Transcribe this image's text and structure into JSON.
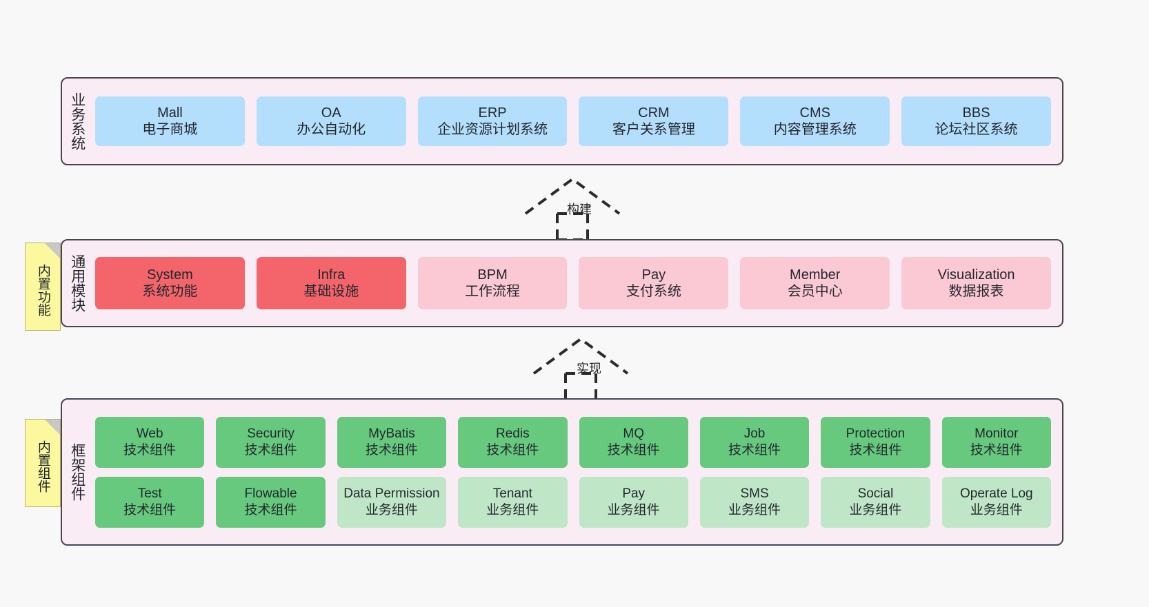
{
  "diagram": {
    "background_color": "#f8f8f8",
    "layer_bg_color": "#f9ecf5",
    "layer_border_color": "#4a4452",
    "note_color": "#fbf8a0"
  },
  "layers": [
    {
      "id": "business",
      "title": "业务系统",
      "rows": [
        {
          "cards": [
            {
              "t1": "Mall",
              "t2": "电子商城",
              "color": "#b3dffc"
            },
            {
              "t1": "OA",
              "t2": "办公自动化",
              "color": "#b3dffc"
            },
            {
              "t1": "ERP",
              "t2": "企业资源计划系统",
              "color": "#b3dffc"
            },
            {
              "t1": "CRM",
              "t2": "客户关系管理",
              "color": "#b3dffc"
            },
            {
              "t1": "CMS",
              "t2": "内容管理系统",
              "color": "#b3dffc"
            },
            {
              "t1": "BBS",
              "t2": "论坛社区系统",
              "color": "#b3dffc"
            }
          ]
        }
      ]
    },
    {
      "id": "common",
      "title": "通用模块",
      "note": "内置功能",
      "rows": [
        {
          "cards": [
            {
              "t1": "System",
              "t2": "系统功能",
              "color": "#f3656a"
            },
            {
              "t1": "Infra",
              "t2": "基础设施",
              "color": "#f3656a"
            },
            {
              "t1": "BPM",
              "t2": "工作流程",
              "color": "#fbc9d4"
            },
            {
              "t1": "Pay",
              "t2": "支付系统",
              "color": "#fbc9d4"
            },
            {
              "t1": "Member",
              "t2": "会员中心",
              "color": "#fbc9d4"
            },
            {
              "t1": "Visualization",
              "t2": "数据报表",
              "color": "#fbc9d4"
            }
          ]
        }
      ]
    },
    {
      "id": "framework",
      "title": "框架组件",
      "note": "内置组件",
      "rows": [
        {
          "cards": [
            {
              "t1": "Web",
              "t2": "技术组件",
              "color": "#66c97e"
            },
            {
              "t1": "Security",
              "t2": "技术组件",
              "color": "#66c97e"
            },
            {
              "t1": "MyBatis",
              "t2": "技术组件",
              "color": "#66c97e"
            },
            {
              "t1": "Redis",
              "t2": "技术组件",
              "color": "#66c97e"
            },
            {
              "t1": "MQ",
              "t2": "技术组件",
              "color": "#66c97e"
            },
            {
              "t1": "Job",
              "t2": "技术组件",
              "color": "#66c97e"
            },
            {
              "t1": "Protection",
              "t2": "技术组件",
              "color": "#66c97e"
            },
            {
              "t1": "Monitor",
              "t2": "技术组件",
              "color": "#66c97e"
            }
          ]
        },
        {
          "cards": [
            {
              "t1": "Test",
              "t2": "技术组件",
              "color": "#66c97e"
            },
            {
              "t1": "Flowable",
              "t2": "技术组件",
              "color": "#66c97e"
            },
            {
              "t1": "Data Permission",
              "t2": "业务组件",
              "color": "#bfe7c7"
            },
            {
              "t1": "Tenant",
              "t2": "业务组件",
              "color": "#bfe7c7"
            },
            {
              "t1": "Pay",
              "t2": "业务组件",
              "color": "#bfe7c7"
            },
            {
              "t1": "SMS",
              "t2": "业务组件",
              "color": "#bfe7c7"
            },
            {
              "t1": "Social",
              "t2": "业务组件",
              "color": "#bfe7c7"
            },
            {
              "t1": "Operate Log",
              "t2": "业务组件",
              "color": "#bfe7c7"
            }
          ]
        }
      ]
    }
  ],
  "arrows": [
    {
      "id": "build",
      "label": "构建",
      "style": "dashed-hollow-up"
    },
    {
      "id": "impl",
      "label": "实现",
      "style": "dashed-hollow-up"
    }
  ]
}
